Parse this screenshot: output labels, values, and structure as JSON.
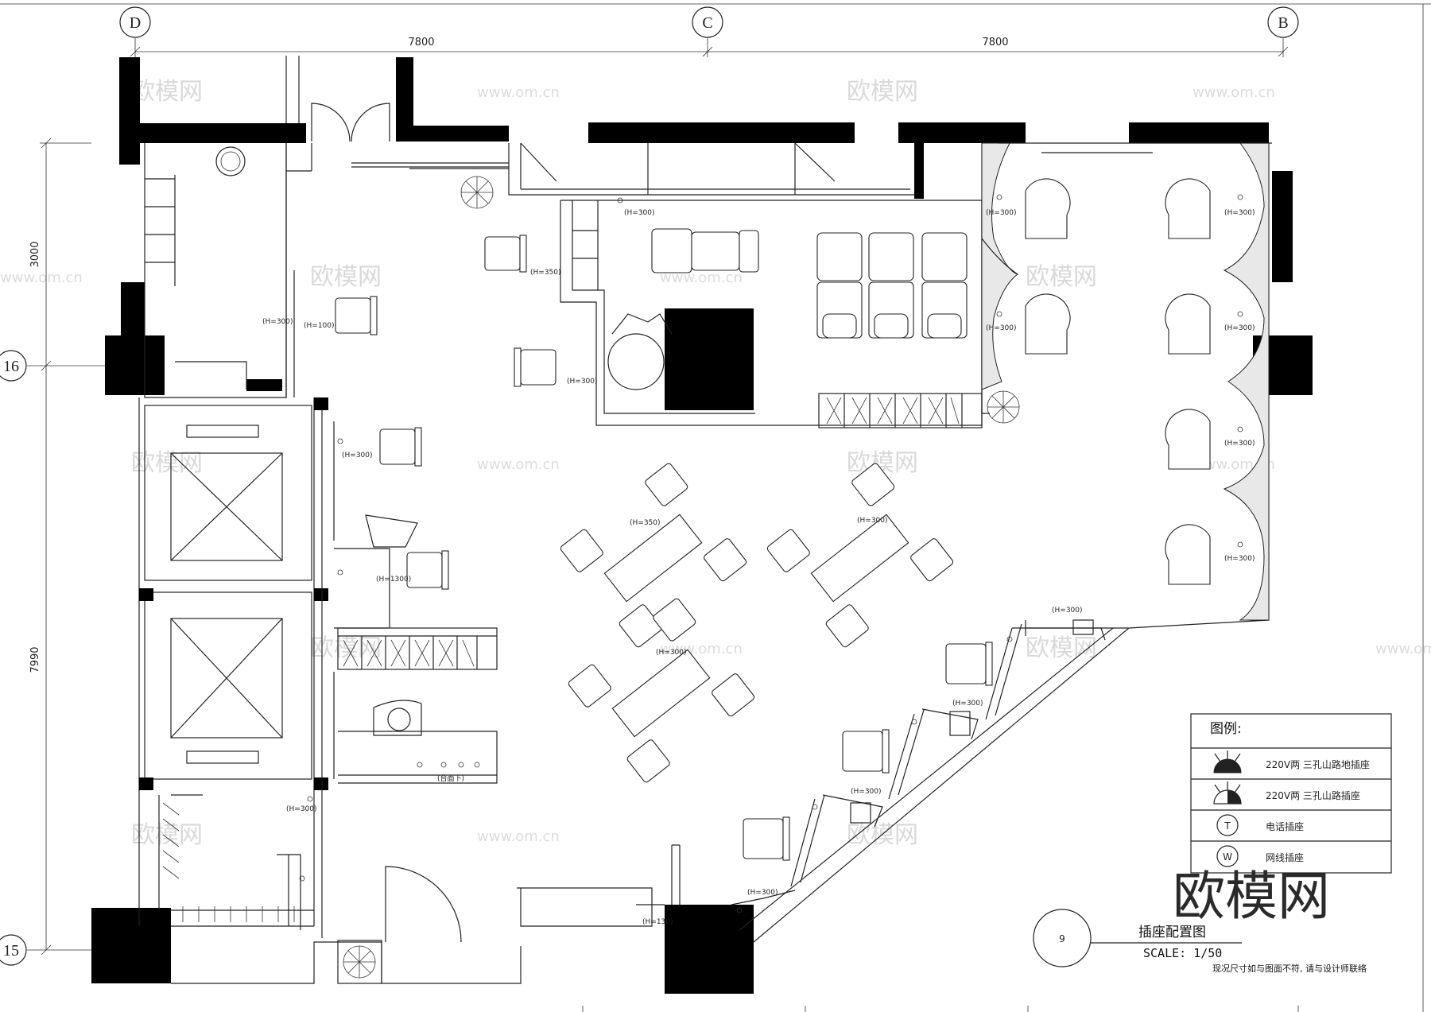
{
  "grid_axes": {
    "columns": [
      "D",
      "C",
      "B"
    ],
    "rows": [
      "16",
      "15"
    ]
  },
  "dimensions": {
    "top_left_span": "7800",
    "top_right_span": "7800",
    "left_upper": "3000",
    "left_lower": "7990"
  },
  "outlet_tags": {
    "tag_h300": "(H=300)",
    "tag_h300_b": "(H=300)",
    "tag_h100": "(H=100)",
    "tag_h350": "(H=350)",
    "tag_h1300": "(H=1300)",
    "tag_h130": "(H=130)",
    "tag_counter": "(台面下)"
  },
  "legend": {
    "title": "图例:",
    "items": [
      {
        "icon": "floor-outlet-icon",
        "label": "220V两 三孔山路地插座"
      },
      {
        "icon": "wall-outlet-icon",
        "label": "220V两 三孔山路插座"
      },
      {
        "icon": "telephone-socket-icon",
        "symbol": "T",
        "label": "电话插座"
      },
      {
        "icon": "network-socket-icon",
        "symbol": "W",
        "label": "网线插座"
      }
    ]
  },
  "title_block": {
    "drawing_number": "9",
    "drawing_title": "插座配置图",
    "scale": "SCALE: 1/50",
    "note": "现况尺寸如与图面不符, 请与设计师联络"
  },
  "watermark": {
    "brand": "欧模网",
    "url": "www.om.cn"
  }
}
